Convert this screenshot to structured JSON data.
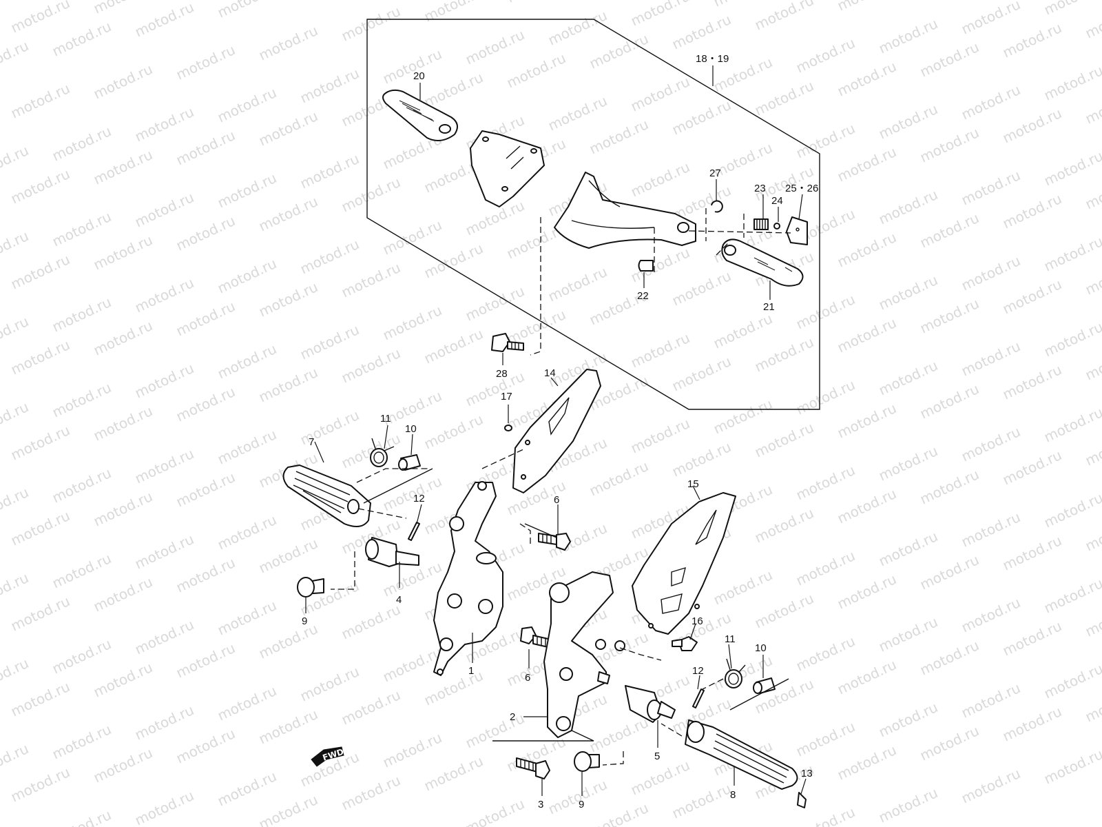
{
  "watermark": "motod.ru",
  "fwd_label": "FWD",
  "labels": {
    "p1": "1",
    "p2": "2",
    "p3": "3",
    "p4": "4",
    "p5": "5",
    "p6a": "6",
    "p6b": "6",
    "p7": "7",
    "p8": "8",
    "p9a": "9",
    "p9b": "9",
    "p10a": "10",
    "p10b": "10",
    "p11a": "11",
    "p11b": "11",
    "p12a": "12",
    "p12b": "12",
    "p13": "13",
    "p14": "14",
    "p15": "15",
    "p16": "16",
    "p17": "17",
    "p1819": "18・19",
    "p20": "20",
    "p21": "21",
    "p22": "22",
    "p23": "23",
    "p24": "24",
    "p2526": "25・26",
    "p27": "27",
    "p28": "28"
  }
}
